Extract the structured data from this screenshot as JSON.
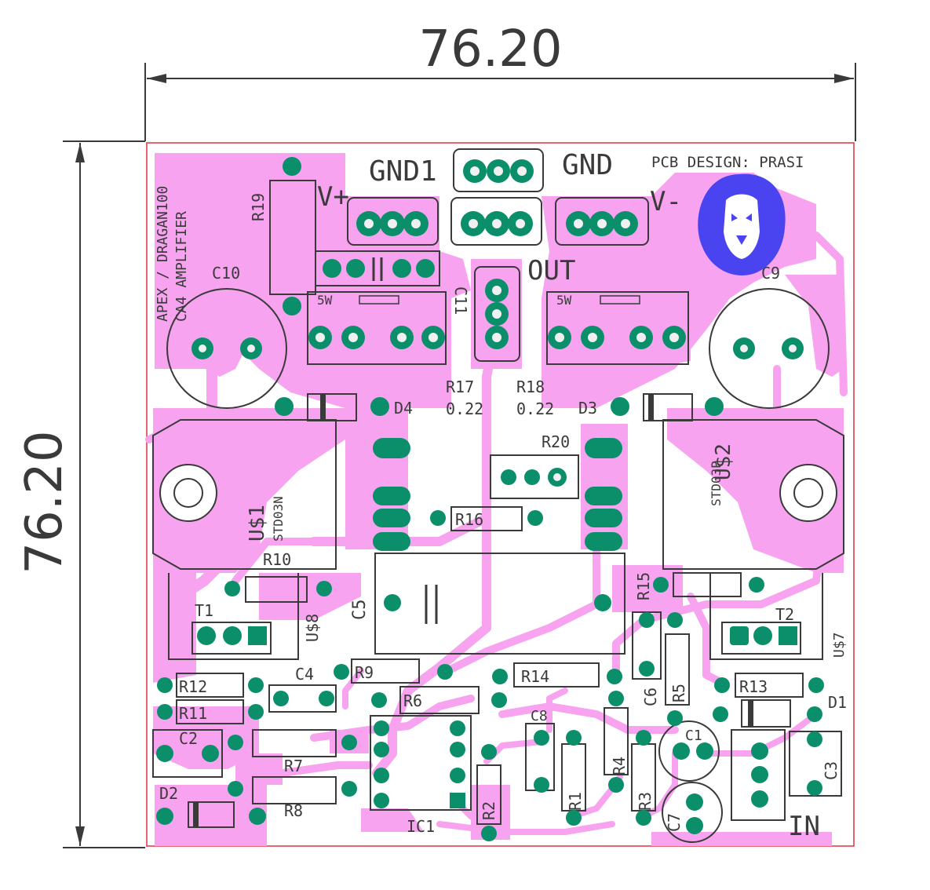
{
  "dimensions": {
    "width": "76.20",
    "height": "76.20"
  },
  "labels": {
    "gnd1": "GND1",
    "gnd": "GND",
    "vplus": "V+",
    "vminus": "V-",
    "out": "OUT",
    "in": "IN",
    "design": "PCB DESIGN: PRASI",
    "title1": "APEX / DRAGAN100",
    "title2": "CA4 AMPLIFIER"
  },
  "components": {
    "r19": "R19",
    "c10": "C10",
    "c11": "C11",
    "c9": "C9",
    "r17": "R17",
    "r17v": "0.22",
    "r18": "R18",
    "r18v": "0.22",
    "r17w": "5W",
    "r18w": "5W",
    "d4": "D4",
    "d3": "D3",
    "r20": "R20",
    "u1": "U$1",
    "u1t": "STD03N",
    "u2": "U$2",
    "u2t": "STD03P",
    "r16": "R16",
    "r10": "R10",
    "t1": "T1",
    "u8": "U$8",
    "c5": "C5",
    "r15": "R15",
    "t2": "T2",
    "u7": "U$7",
    "r12": "R12",
    "c4": "C4",
    "r9": "R9",
    "r14": "R14",
    "c6": "C6",
    "r5": "R5",
    "r13": "R13",
    "d1": "D1",
    "r11": "R11",
    "r6": "R6",
    "c8": "C8",
    "c1": "C1",
    "c2": "C2",
    "r7": "R7",
    "r4": "R4",
    "c3": "C3",
    "d2": "D2",
    "r8": "R8",
    "ic1": "IC1",
    "r2": "R2",
    "r1": "R1",
    "r3": "R3",
    "c7": "C7"
  },
  "logo": {
    "name": "lion-logo-icon",
    "color": "#4a44f0"
  },
  "colors": {
    "board": "#f7a3ef",
    "pad": "#0a8f6a",
    "silk": "#3a3a3a",
    "edge": "#e03040"
  }
}
